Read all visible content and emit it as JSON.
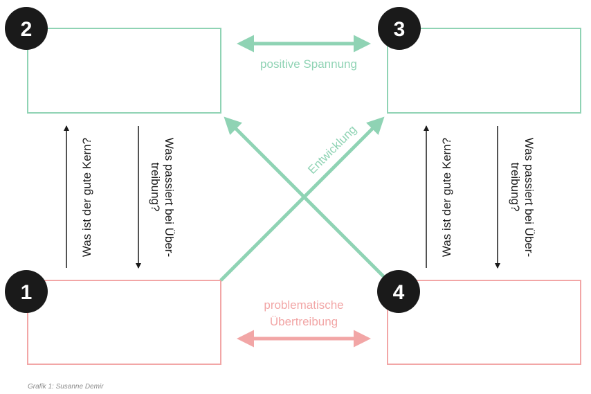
{
  "colors": {
    "positive": "#8fd3b4",
    "problematic": "#f2a6a6",
    "badge": "#1a1a1a",
    "text": "#1a1a1a",
    "caption": "#8a8a8a"
  },
  "badges": {
    "one": "1",
    "two": "2",
    "three": "3",
    "four": "4"
  },
  "labels": {
    "positive_tension": "positive Spannung",
    "development": "Entwicklung",
    "problematic_line1": "problematische",
    "problematic_line2": "Übertreibung"
  },
  "left_questions": {
    "up": "Was ist der gute Kern?",
    "down_line1": "Was passiert bei Über-",
    "down_line2": "treibung?"
  },
  "right_questions": {
    "up": "Was ist der gute Kern?",
    "down_line1": "Was passiert bei Über-",
    "down_line2": "treibung?"
  },
  "caption": "Grafik 1: Susanne Demir"
}
